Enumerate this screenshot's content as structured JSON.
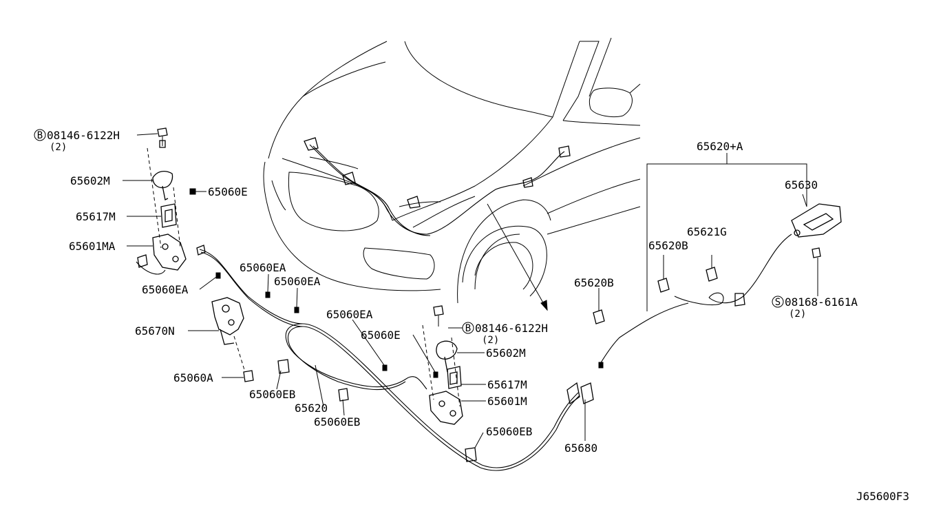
{
  "diagram_code": "J65600F3",
  "labels": {
    "bolt_left": "08146-6122H",
    "bolt_left_qty": "(2)",
    "bolt_left_mark": "B",
    "hinge_left": "65602M",
    "clip_left": "65060E",
    "bracket_left": "65617M",
    "lock_left": "65601MA",
    "clip_ea_1": "65060EA",
    "clip_ea_2": "65060EA",
    "clip_ea_3": "65060EA",
    "clip_ea_4": "65060EA",
    "hood_lock": "65670N",
    "bolt_a": "65060A",
    "clip_eb_1": "65060EB",
    "cable_main": "65620",
    "clip_eb_2": "65060EB",
    "clip_eb_3": "65060EB",
    "clip_e_right": "65060E",
    "bolt_right": "08146-6122H",
    "bolt_right_qty": "(2)",
    "bolt_right_mark": "B",
    "hinge_right": "65602M",
    "bracket_right": "65617M",
    "lock_right": "65601M",
    "handle": "65680",
    "assy": "65620+A",
    "lever": "65630",
    "grommet": "65621G",
    "clip_b_1": "65620B",
    "clip_b_2": "65620B",
    "screw_right": "08168-6161A",
    "screw_right_qty": "(2)",
    "screw_right_mark": "S"
  }
}
